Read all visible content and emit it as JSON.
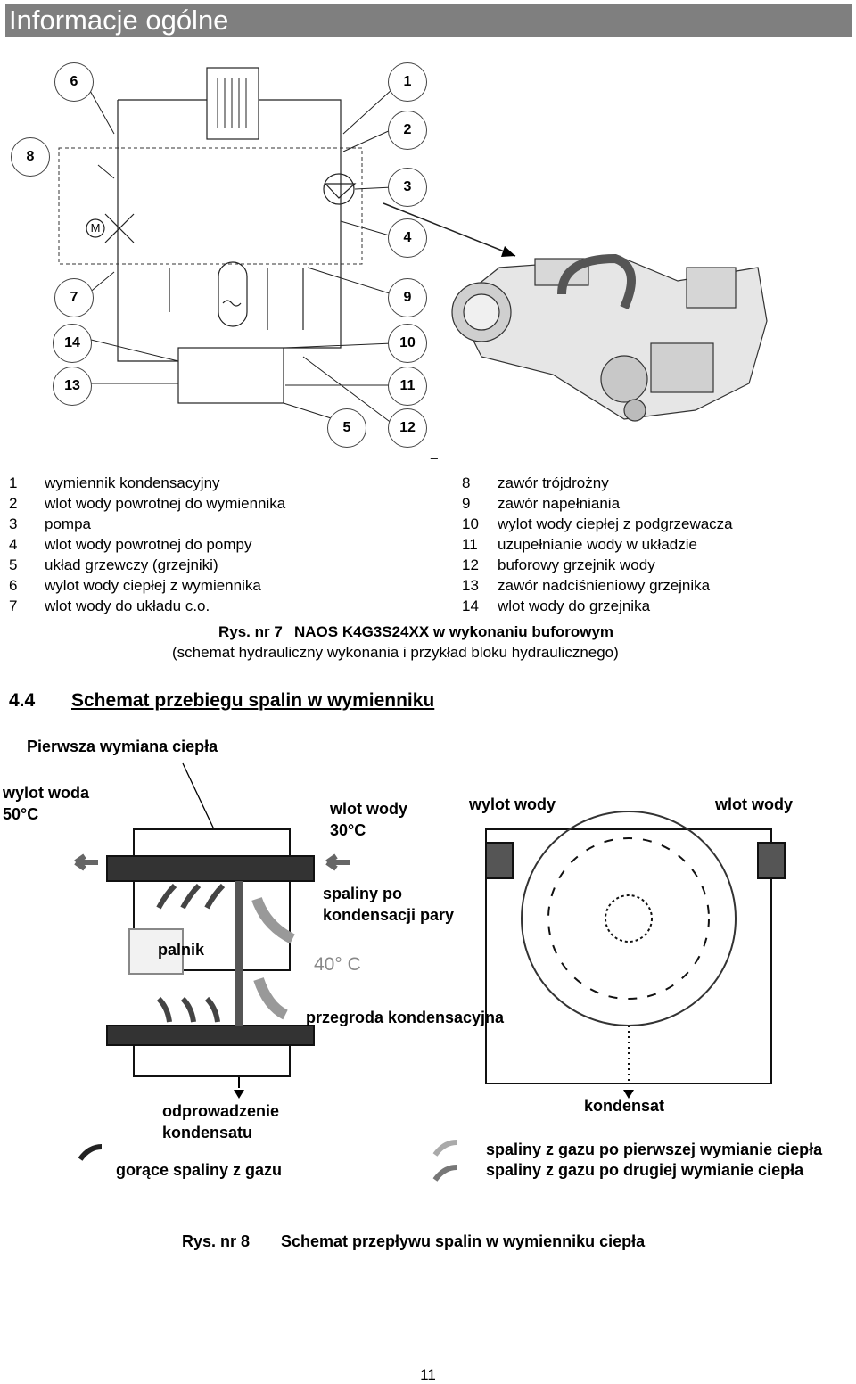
{
  "header": {
    "title": "Informacje ogólne"
  },
  "schematic": {
    "callouts": [
      "6",
      "1",
      "2",
      "8",
      "3",
      "4",
      "7",
      "9",
      "14",
      "10",
      "13",
      "11",
      "5",
      "12"
    ],
    "pump_motor_label": "M"
  },
  "legend_left": [
    {
      "n": "1",
      "text": "wymiennik kondensacyjny"
    },
    {
      "n": "2",
      "text": "wlot wody powrotnej do wymiennika"
    },
    {
      "n": "3",
      "text": "pompa"
    },
    {
      "n": "4",
      "text": "wlot wody powrotnej do pompy"
    },
    {
      "n": "5",
      "text": "układ grzewczy (grzejniki)"
    },
    {
      "n": "6",
      "text": "wylot wody ciepłej z wymiennika"
    },
    {
      "n": "7",
      "text": "wlot wody do układu c.o."
    }
  ],
  "legend_right": [
    {
      "n": "8",
      "text": "zawór trójdrożny"
    },
    {
      "n": "9",
      "text": "zawór napełniania"
    },
    {
      "n": "10",
      "text": "wylot wody ciepłej z podgrzewacza"
    },
    {
      "n": "11",
      "text": "uzupełnianie wody w układzie"
    },
    {
      "n": "12",
      "text": "buforowy grzejnik wody"
    },
    {
      "n": "13",
      "text": "zawór nadciśnieniowy grzejnika"
    },
    {
      "n": "14",
      "text": "wlot wody do grzejnika"
    }
  ],
  "fig7": {
    "ref": "Rys. nr 7",
    "title": "NAOS K4G3S24XX w wykonaniu buforowym",
    "subtitle": "(schemat hydrauliczny wykonania i przykład bloku hydraulicznego)"
  },
  "section": {
    "number": "4.4",
    "title": "Schemat przebiegu spalin w wymienniku"
  },
  "exhaust": {
    "first_exchange": "Pierwsza wymiana ciepła",
    "outlet_50_line1": "wylot woda",
    "outlet_50_line2": "50°C",
    "inlet_30_line1": "wlot wody",
    "inlet_30_line2": "30°C",
    "outlet_right": "wylot wody",
    "inlet_right": "wlot wody",
    "flue_line1": "spaliny po",
    "flue_line2": "kondensacji pary",
    "burner": "palnik",
    "temp_40": "40° C",
    "baffle": "przegroda kondensacyjna",
    "drain_line1": "odprowadzenie",
    "drain_line2": "kondensatu",
    "condensate": "kondensat",
    "hot_gas": "gorące spaliny z gazu",
    "after_first": "spaliny z gazu po pierwszej wymianie ciepła",
    "after_second": "spaliny z gazu po drugiej wymianie ciepła"
  },
  "fig8": {
    "ref": "Rys. nr 8",
    "title": "Schemat przepływu spalin w wymienniku ciepła"
  },
  "page_number": "11",
  "colors": {
    "header_bg": "#7f7f7f",
    "header_text": "#ffffff"
  }
}
